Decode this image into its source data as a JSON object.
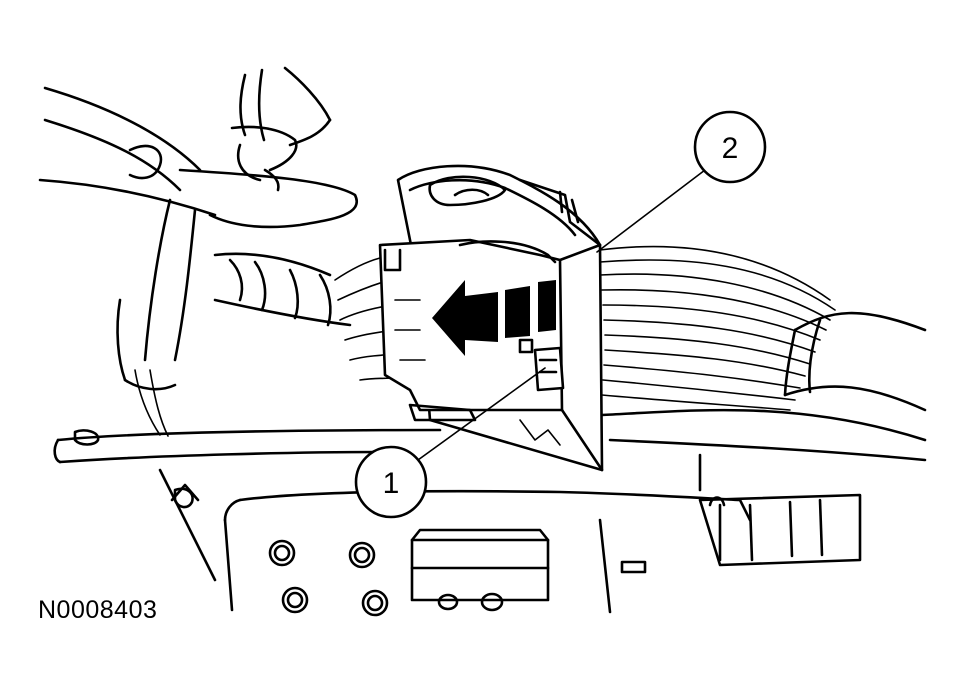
{
  "figure_id": "N0008403",
  "callouts": [
    {
      "label": "1"
    },
    {
      "label": "2"
    }
  ],
  "icons": {
    "arrow": "direction-arrow-icon"
  },
  "colors": {
    "line": "#000000",
    "background": "#ffffff"
  }
}
